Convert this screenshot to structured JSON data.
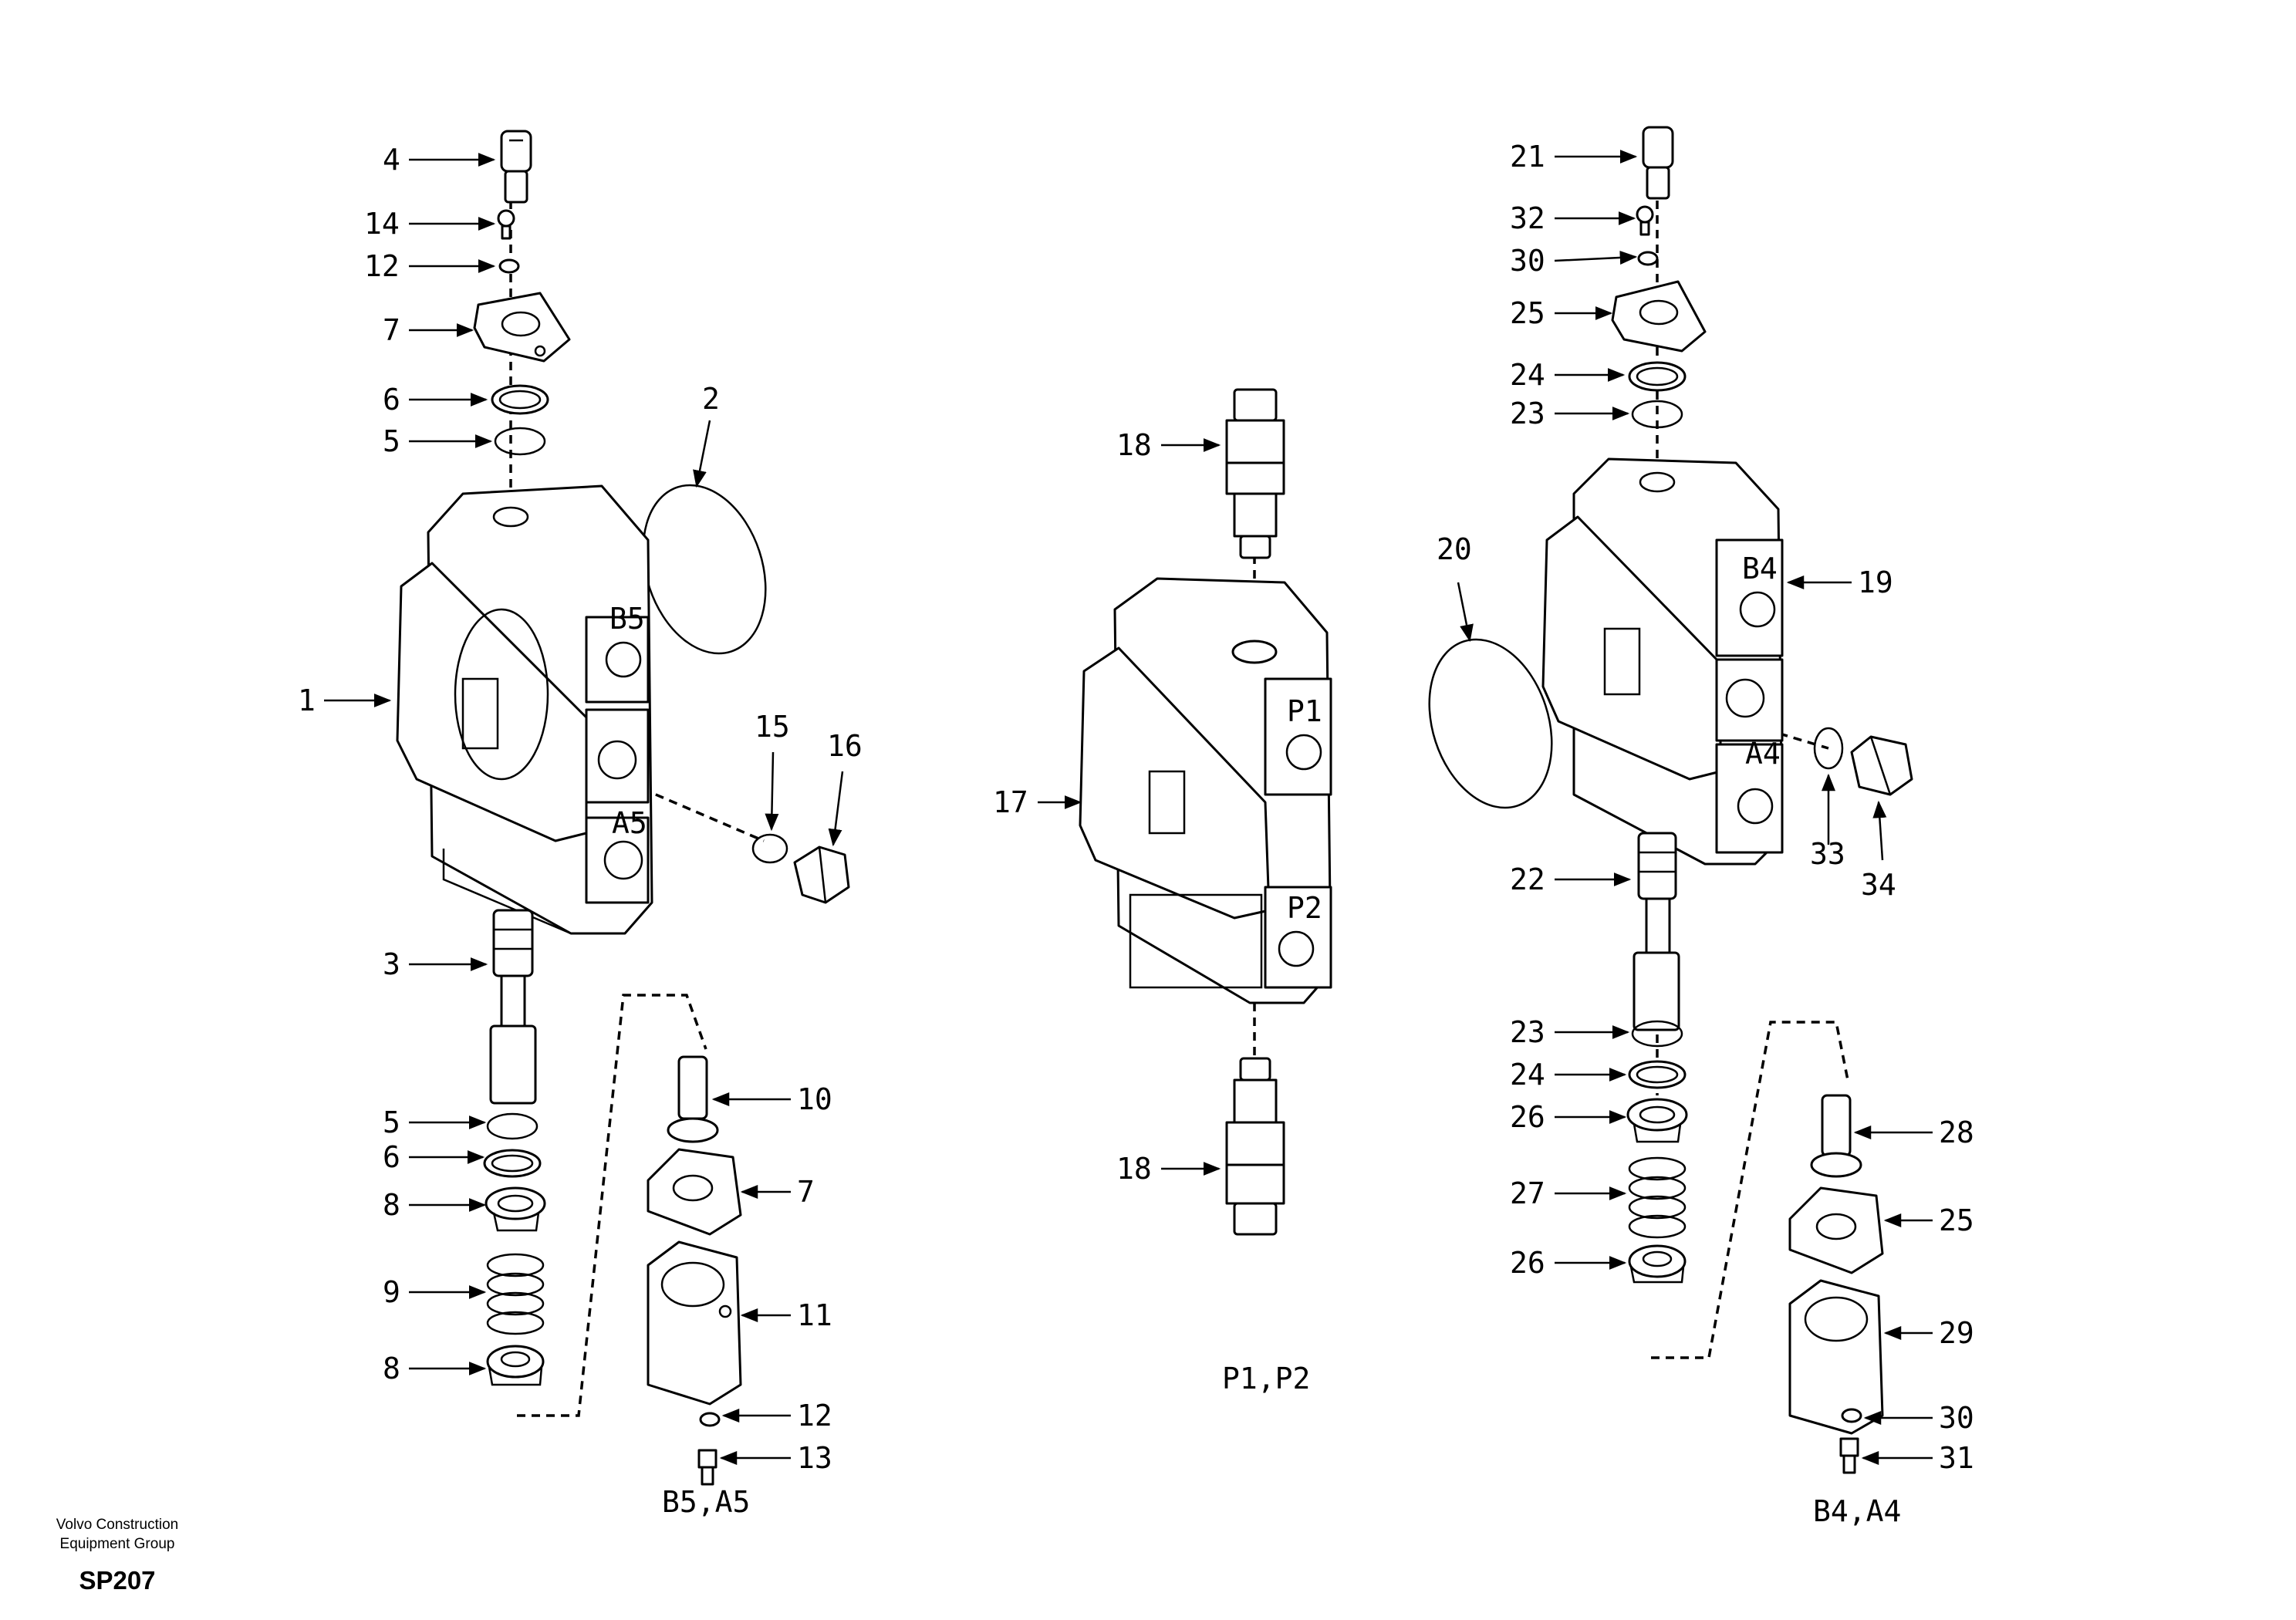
{
  "callouts": {
    "c1": "1",
    "c2": "2",
    "c3": "3",
    "c4": "4",
    "c5a": "5",
    "c6a": "6",
    "c7a": "7",
    "c12a": "12",
    "c14": "14",
    "c15": "15",
    "c16": "16",
    "c5b": "5",
    "c6b": "6",
    "c8a": "8",
    "c9": "9",
    "c8b": "8",
    "c10": "10",
    "c7b": "7",
    "c11": "11",
    "c12b": "12",
    "c13": "13",
    "c17": "17",
    "c18a": "18",
    "c18b": "18",
    "c19": "19",
    "c20": "20",
    "c21": "21",
    "c22": "22",
    "c23a": "23",
    "c24a": "24",
    "c25a": "25",
    "c30a": "30",
    "c32": "32",
    "c33": "33",
    "c34": "34",
    "c23b": "23",
    "c24b": "24",
    "c26a": "26",
    "c27": "27",
    "c26b": "26",
    "c28": "28",
    "c25b": "25",
    "c29": "29",
    "c30b": "30",
    "c31": "31"
  },
  "port_labels": {
    "b5": "B5",
    "a5": "A5",
    "p1": "P1",
    "p2": "P2",
    "b4": "B4",
    "a4": "A4"
  },
  "captions": {
    "left": "B5,A5",
    "middle": "P1,P2",
    "right": "B4,A4"
  },
  "footer": {
    "company_line1": "Volvo Construction",
    "company_line2": "Equipment Group",
    "code": "SP207"
  }
}
